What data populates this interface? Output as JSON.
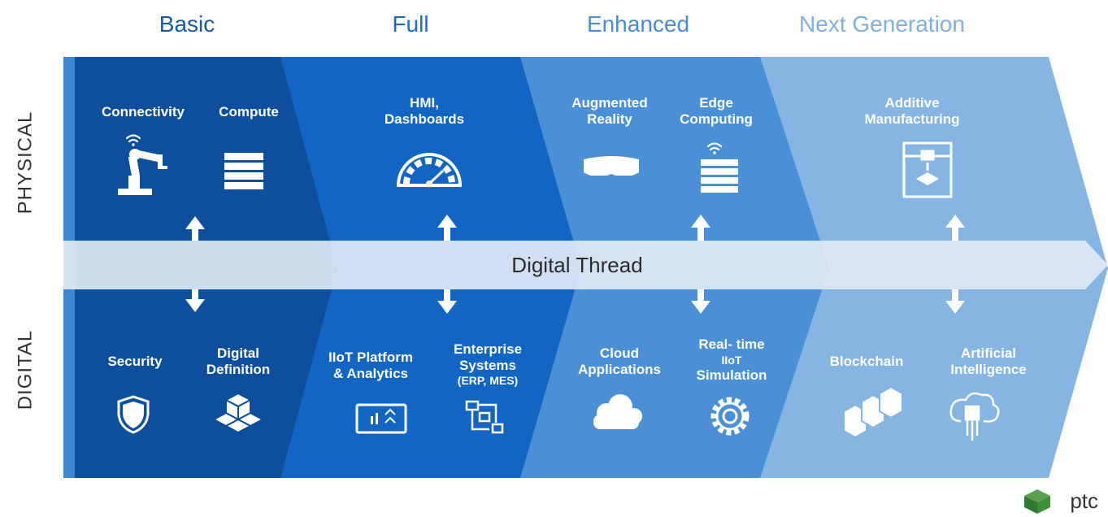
{
  "stages": [
    "Basic",
    "Full",
    "Enhanced",
    "Next Generation"
  ],
  "side_labels": {
    "physical": "PHYSICAL",
    "digital": "DIGITAL"
  },
  "thread_label": "Digital Thread",
  "physical": {
    "connectivity": "Connectivity",
    "compute": "Compute",
    "hmi": [
      "HMI,",
      "Dashboards"
    ],
    "ar": [
      "Augmented",
      "Reality"
    ],
    "edge": [
      "Edge",
      "Computing"
    ],
    "additive": [
      "Additive",
      "Manufacturing"
    ]
  },
  "digital": {
    "security": "Security",
    "digital_definition": [
      "Digital",
      "Definition"
    ],
    "iiot_platform": [
      "IIoT Platform",
      "& Analytics"
    ],
    "enterprise": [
      "Enterprise",
      "Systems",
      "(ERP, MES)"
    ],
    "cloud": [
      "Cloud",
      "Applications"
    ],
    "realtime": [
      "Real- time",
      "IIoT",
      "Simulation"
    ],
    "blockchain": "Blockchain",
    "ai": [
      "Artificial",
      "Intelligence"
    ]
  },
  "logo_text": "ptc",
  "colors": {
    "band_basic": "#0d4f9c",
    "band_full": "#1265c2",
    "band_enhanced": "#4b90d6",
    "band_next": "#86b5e3",
    "edge_strip": "#3f86d2",
    "thread": "#dfeaf5",
    "title_basic": "#1a5aa0",
    "logo_green": "#3c8a3a"
  },
  "icons": [
    "wifi-icon",
    "robot-arm-icon",
    "server-icon",
    "gauge-icon",
    "vr-headset-icon",
    "printer-3d-icon",
    "shield-icon",
    "cubes-icon",
    "chart-panel-icon",
    "flow-diagram-icon",
    "cloud-icon",
    "gear-icon",
    "blockchain-icon",
    "ai-chip-icon"
  ]
}
